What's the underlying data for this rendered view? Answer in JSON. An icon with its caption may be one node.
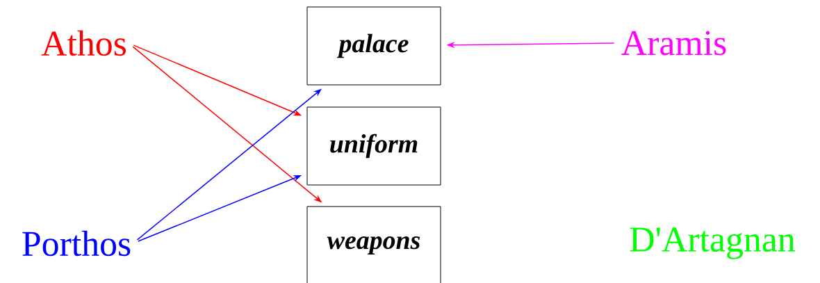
{
  "diagram": {
    "nodes": [
      {
        "text": [
          "Athos"
        ]
      },
      {
        "text": [
          "Porthos"
        ]
      },
      {
        "text": [
          "palace"
        ]
      },
      {
        "text": [
          "uniform"
        ]
      },
      {
        "text": [
          "weapons"
        ]
      },
      {
        "text": [
          "Aramis"
        ]
      },
      {
        "text": [
          "D'Artagnan"
        ]
      }
    ],
    "edges": [
      {
        "from": 0,
        "to": 3,
        "arrow": "to",
        "color": "#ff0000"
      },
      {
        "from": 0,
        "to": 4,
        "arrow": "to",
        "color": "#ff0000"
      },
      {
        "from": 1,
        "to": 2,
        "arrow": "to",
        "color": "#0000ff"
      },
      {
        "from": 1,
        "to": 3,
        "arrow": "to",
        "color": "#0000ff"
      },
      {
        "from": 5,
        "to": 2,
        "arrow": "to",
        "color": "#ff00ff"
      }
    ]
  }
}
